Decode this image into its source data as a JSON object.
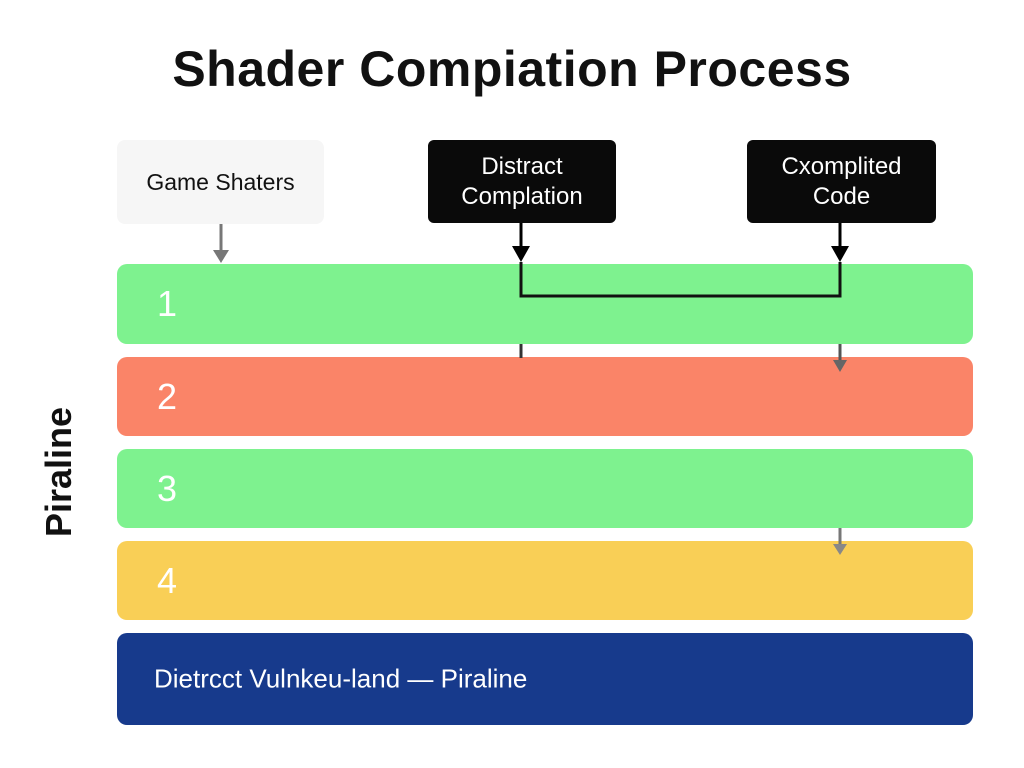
{
  "title": "Shader Compiation Process",
  "source_label": "Game Shaters",
  "stage_boxes": {
    "distract": "Distract Complation",
    "compiled": "Cxomplited Code"
  },
  "side_label": "Piraline",
  "bands": [
    {
      "label": "1",
      "color": "#7ef28f"
    },
    {
      "label": "2",
      "color": "#fa8468"
    },
    {
      "label": "3",
      "color": "#7ef28f"
    },
    {
      "label": "4",
      "color": "#f9cf56"
    }
  ],
  "bottom_band": {
    "label": "Dietrcct Vulnkeu-land — Piraline",
    "color": "#173a8c"
  }
}
